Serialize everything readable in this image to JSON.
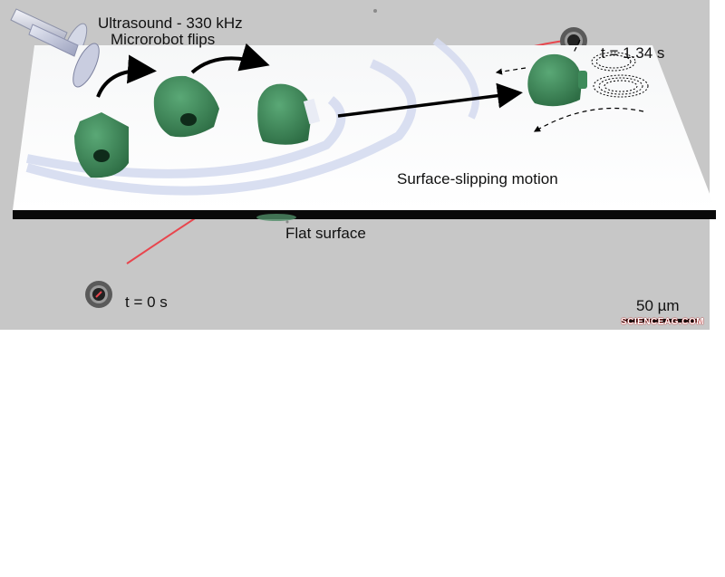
{
  "top_panel": {
    "labels": {
      "flips": "Microrobot flips",
      "slipping": "Surface-slipping motion",
      "surface": "Flat surface"
    },
    "colors": {
      "robot_green": "#3e8a5a",
      "transducer": "#c9cde0",
      "arc_wave": "#d6dcf0",
      "surface_edge": "#0a0a0a"
    }
  },
  "bottom_panel": {
    "labels": {
      "ultrasound": "Ultrasound - 330 kHz",
      "t_start": "t = 0 s",
      "t_end": "t = 1.34 s",
      "scale_bar": "50 µm",
      "watermark": "SCIENCEAG.COM"
    },
    "colors": {
      "background": "#c7c7c7",
      "trajectory": "#e8464e",
      "wave_arcs": "#232b8c"
    }
  }
}
